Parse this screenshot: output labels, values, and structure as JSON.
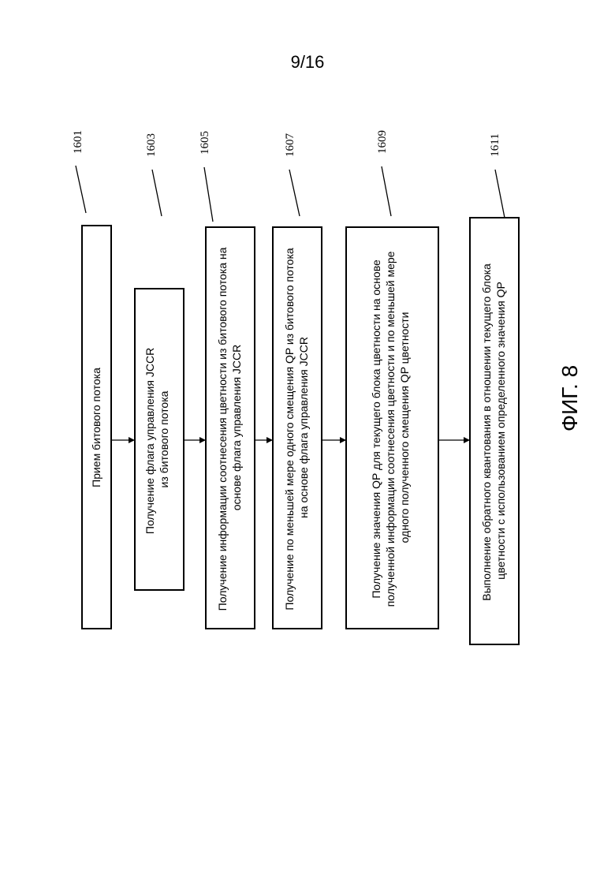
{
  "page_number": "9/16",
  "figure_label": "ФИГ. 8",
  "steps": [
    {
      "ref": "1601",
      "lines": [
        "Прием битового потока"
      ]
    },
    {
      "ref": "1603",
      "lines": [
        "Получение флага управления JCCR",
        "из битового потока"
      ]
    },
    {
      "ref": "1605",
      "lines": [
        "Получение информации соотнесения цветности из битового потока на",
        "основе флага управления JCCR"
      ]
    },
    {
      "ref": "1607",
      "lines": [
        "Получение по меньшей мере одного смещения QP из битового потока",
        "на основе флага управления JCCR"
      ]
    },
    {
      "ref": "1609",
      "lines": [
        "Получение значения QP для текущего блока цветности на основе",
        "полученной информации соотнесения цветности и по меньшей мере",
        "одного полученного смещения QP цветности"
      ]
    },
    {
      "ref": "1611",
      "lines": [
        "Выполнение обратного квантования в отношении текущего блока",
        "цветности с использованием определенного значения QP"
      ]
    }
  ]
}
